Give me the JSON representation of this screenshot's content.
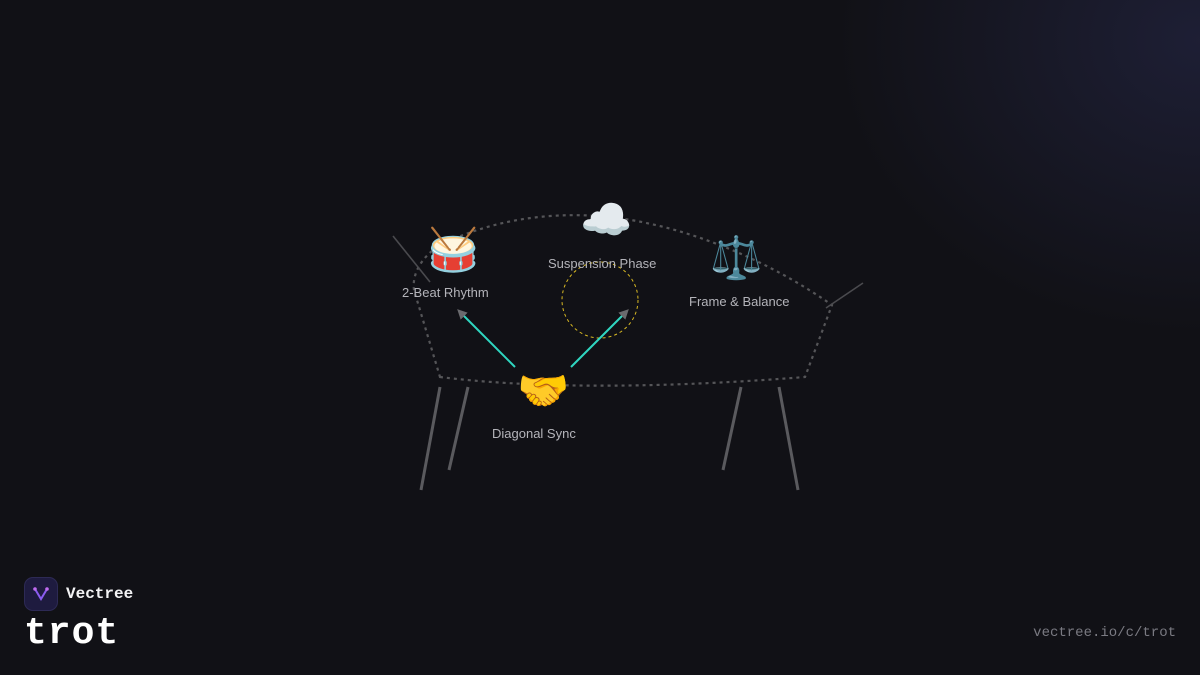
{
  "brand": {
    "name": "Vectree",
    "icon": "vectree-logo"
  },
  "title": "trot",
  "url": "vectree.io/c/trot",
  "colors": {
    "arrow": "#2fd6c0",
    "phase_circle": "#d8b923",
    "body_outline": "#555558",
    "legs": "#5a5a5e"
  },
  "nodes": [
    {
      "label": "2-Beat Rhythm",
      "icon": "drum-icon",
      "glyph": "🥁"
    },
    {
      "label": "Suspension Phase",
      "icon": "cloud-icon",
      "glyph": "☁️"
    },
    {
      "label": "Frame & Balance",
      "icon": "scales-icon",
      "glyph": "⚖️"
    },
    {
      "label": "Diagonal Sync",
      "icon": "handshake-icon",
      "glyph": "🤝"
    }
  ]
}
